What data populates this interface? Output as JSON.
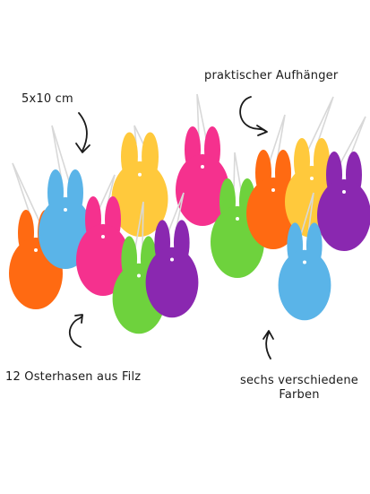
{
  "labels": {
    "size": "5x10 cm",
    "hanger": "praktischer Aufhänger",
    "count": "12 Osterhasen aus Filz",
    "colors_line1": "sechs verschiedene",
    "colors_line2": "Farben"
  },
  "colors": {
    "orange": "#ff6a12",
    "blue": "#5ab4e8",
    "pink": "#f5318e",
    "yellow": "#ffc93c",
    "green": "#6ed23d",
    "purple": "#8a28b0",
    "string": "#ffffff",
    "arrow": "#1a1a1a"
  },
  "bunnies": [
    {
      "color": "orange"
    },
    {
      "color": "blue"
    },
    {
      "color": "yellow"
    },
    {
      "color": "pink"
    },
    {
      "color": "pink"
    },
    {
      "color": "green"
    },
    {
      "color": "purple"
    },
    {
      "color": "green"
    },
    {
      "color": "orange"
    },
    {
      "color": "yellow"
    },
    {
      "color": "purple"
    },
    {
      "color": "blue"
    }
  ],
  "icons": [
    "curved-arrow-icon"
  ]
}
